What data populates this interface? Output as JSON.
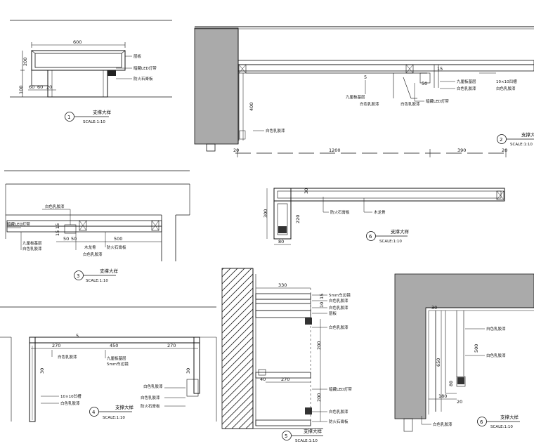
{
  "details": {
    "d1": {
      "number": "1",
      "title": "支撑大样",
      "scale": "SCALE:1:10",
      "dims": {
        "width": "600",
        "h1": "200",
        "h2": "100",
        "b1": "60",
        "b2": "60",
        "b3": "20"
      },
      "notes": [
        "层板",
        "暗藏LED灯带",
        "防火石膏板"
      ]
    },
    "d2": {
      "number": "2",
      "title": "支撑大样",
      "scale": "SCALE:1:10",
      "dims": {
        "d1200": "1200",
        "d390": "390",
        "d400": "400",
        "d20a": "20",
        "d20b": "20",
        "d50": "50",
        "d15": "15",
        "d5": "5"
      },
      "notes": [
        "暗藏LED灯带",
        "九厘板基层",
        "白色乳胶漆",
        "白色乳胶漆",
        "白色乳胶漆",
        "九厘板基层",
        "白色乳胶漆",
        "10×10凹槽",
        "白色乳胶漆"
      ]
    },
    "d3": {
      "number": "3",
      "title": "支撑大样",
      "scale": "SCALE:1:10",
      "dims": {
        "d15a": "15",
        "d15b": "15",
        "d50a": "50",
        "d50b": "50",
        "d500": "500"
      },
      "notes": [
        "白色乳胶漆",
        "暗藏LED灯带",
        "九厘板基层",
        "白色乳胶漆",
        "木龙骨",
        "白色乳胶漆",
        "防火石膏板"
      ]
    },
    "d4": {
      "number": "4",
      "title": "支撑大样",
      "scale": "SCALE:1:10",
      "dims": {
        "d5": "5",
        "d270a": "270",
        "d450": "450",
        "d270b": "270",
        "d30a": "30",
        "d30b": "30"
      },
      "notes": [
        "白色乳胶漆",
        "九厘板基层",
        "5mm车边镜",
        "白色乳胶漆",
        "10×10凹槽",
        "白色乳胶漆",
        "白色乳胶漆",
        "防火石膏板"
      ]
    },
    "d5": {
      "number": "5",
      "title": "支撑大样",
      "scale": "SCALE:1:10",
      "dims": {
        "d330": "330",
        "d270": "270",
        "d40": "40",
        "d200a": "200",
        "d200b": "200",
        "d15": "15",
        "d10": "10"
      },
      "notes": [
        "5mm车边镜",
        "白色乳胶漆",
        "白色乳胶漆",
        "层板",
        "白色乳胶漆",
        "暗藏LED灯带",
        "白色乳胶漆",
        "防火石膏板"
      ]
    },
    "d6a": {
      "number": "6",
      "title": "支撑大样",
      "scale": "SCALE:1:10",
      "dims": {
        "d300": "300",
        "d80": "80",
        "d220": "220",
        "d30": "30"
      },
      "notes": [
        "防火石膏板",
        "木龙骨"
      ]
    },
    "d6b": {
      "number": "6",
      "title": "支撑大样",
      "scale": "SCALE:1:10",
      "dims": {
        "d650": "650",
        "d500": "500",
        "d180": "180",
        "d80": "80",
        "d20": "20",
        "d30": "30"
      },
      "notes": [
        "白色乳胶漆",
        "白色乳胶漆",
        "白色乳胶漆"
      ]
    }
  }
}
